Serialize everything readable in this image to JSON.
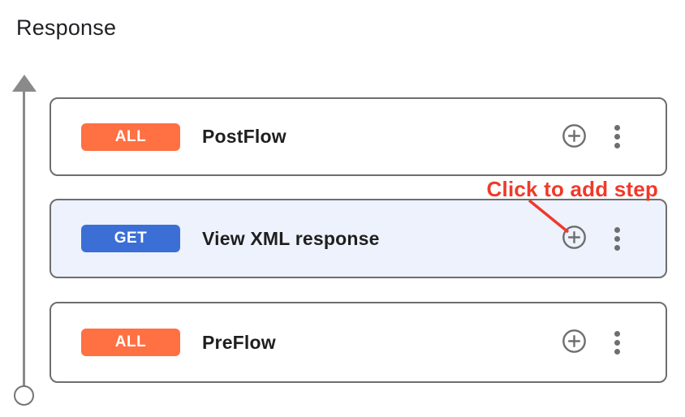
{
  "page": {
    "title": "Response"
  },
  "colors": {
    "badge_all": "#FF7043",
    "badge_get": "#3C6FD6",
    "selected_card_bg": "#EDF2FC",
    "card_border": "#6E6E6E",
    "icon_gray": "#6E6E6E",
    "flow_line_gray": "#8A8A8A",
    "annotation_red": "#F0392B",
    "text_dark": "#202124"
  },
  "flow": {
    "cards": [
      {
        "verb": "ALL",
        "verb_color": "#FF7043",
        "name": "PostFlow",
        "selected": false
      },
      {
        "verb": "GET",
        "verb_color": "#3C6FD6",
        "name": "View XML response",
        "selected": true
      },
      {
        "verb": "ALL",
        "verb_color": "#FF7043",
        "name": "PreFlow",
        "selected": false
      }
    ]
  },
  "annotation": {
    "label": "Click to add step"
  }
}
